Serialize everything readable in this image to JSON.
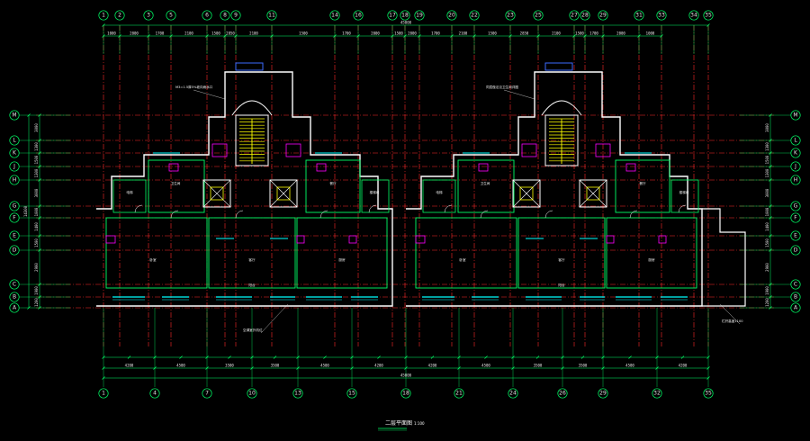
{
  "drawing": {
    "title": "二层平面图",
    "scale": "1:100",
    "colors": {
      "background": "#000000",
      "axis_line": "#ff2a2a",
      "wall": "#ffffff",
      "wall_alt": "#00ff66",
      "dim": "#00ff66",
      "bubble": "#00ff66",
      "stair": "#ffff00",
      "fixture": "#ff00ff",
      "window": "#00ffff",
      "glazing": "#3b6bff",
      "note": "#e0e0e0"
    },
    "top_axes": [
      "1",
      "2",
      "3",
      "5",
      "6",
      "8",
      "9",
      "11",
      "14",
      "16",
      "17",
      "18",
      "19",
      "20",
      "22",
      "23",
      "25",
      "27",
      "28",
      "29",
      "31",
      "33",
      "34",
      "35"
    ],
    "bottom_axes": [
      "1",
      "4",
      "7",
      "10",
      "13",
      "15",
      "18",
      "21",
      "24",
      "26",
      "29",
      "32",
      "35"
    ],
    "side_axes": [
      "M",
      "L",
      "K",
      "J",
      "H",
      "G",
      "F",
      "E",
      "D",
      "C",
      "B",
      "A"
    ],
    "top_dims": [
      "1000",
      "2000",
      "1700",
      "2100",
      "1500",
      "2850",
      "2100",
      "1500",
      "1700",
      "2000",
      "1500",
      "2000",
      "1700",
      "2100",
      "1500",
      "2850",
      "2100",
      "1500",
      "1700",
      "2000",
      "1000"
    ],
    "top_total": "45000",
    "bottom_dims": [
      "4200",
      "4500",
      "3500",
      "3500",
      "4500",
      "4200",
      "4200",
      "4500",
      "3500",
      "3500",
      "4500",
      "4200"
    ],
    "bottom_total": "45000",
    "side_dims": [
      "3000",
      "1300",
      "1500",
      "1300",
      "3000",
      "1000",
      "1400",
      "1500",
      "2900",
      "1900",
      "1200"
    ],
    "left_total": "14300",
    "rooms": [
      {
        "label": "卧室"
      },
      {
        "label": "客厅"
      },
      {
        "label": "厨房"
      },
      {
        "label": "卫生间"
      },
      {
        "label": "餐厅"
      },
      {
        "label": "电梯"
      },
      {
        "label": "楼梯间"
      },
      {
        "label": "阳台"
      }
    ],
    "notes": [
      "M3=1.5厚5%坡向雨水口",
      "同层做法见卫生间详图",
      "空调室外机位",
      "栏杆高度1100"
    ]
  }
}
